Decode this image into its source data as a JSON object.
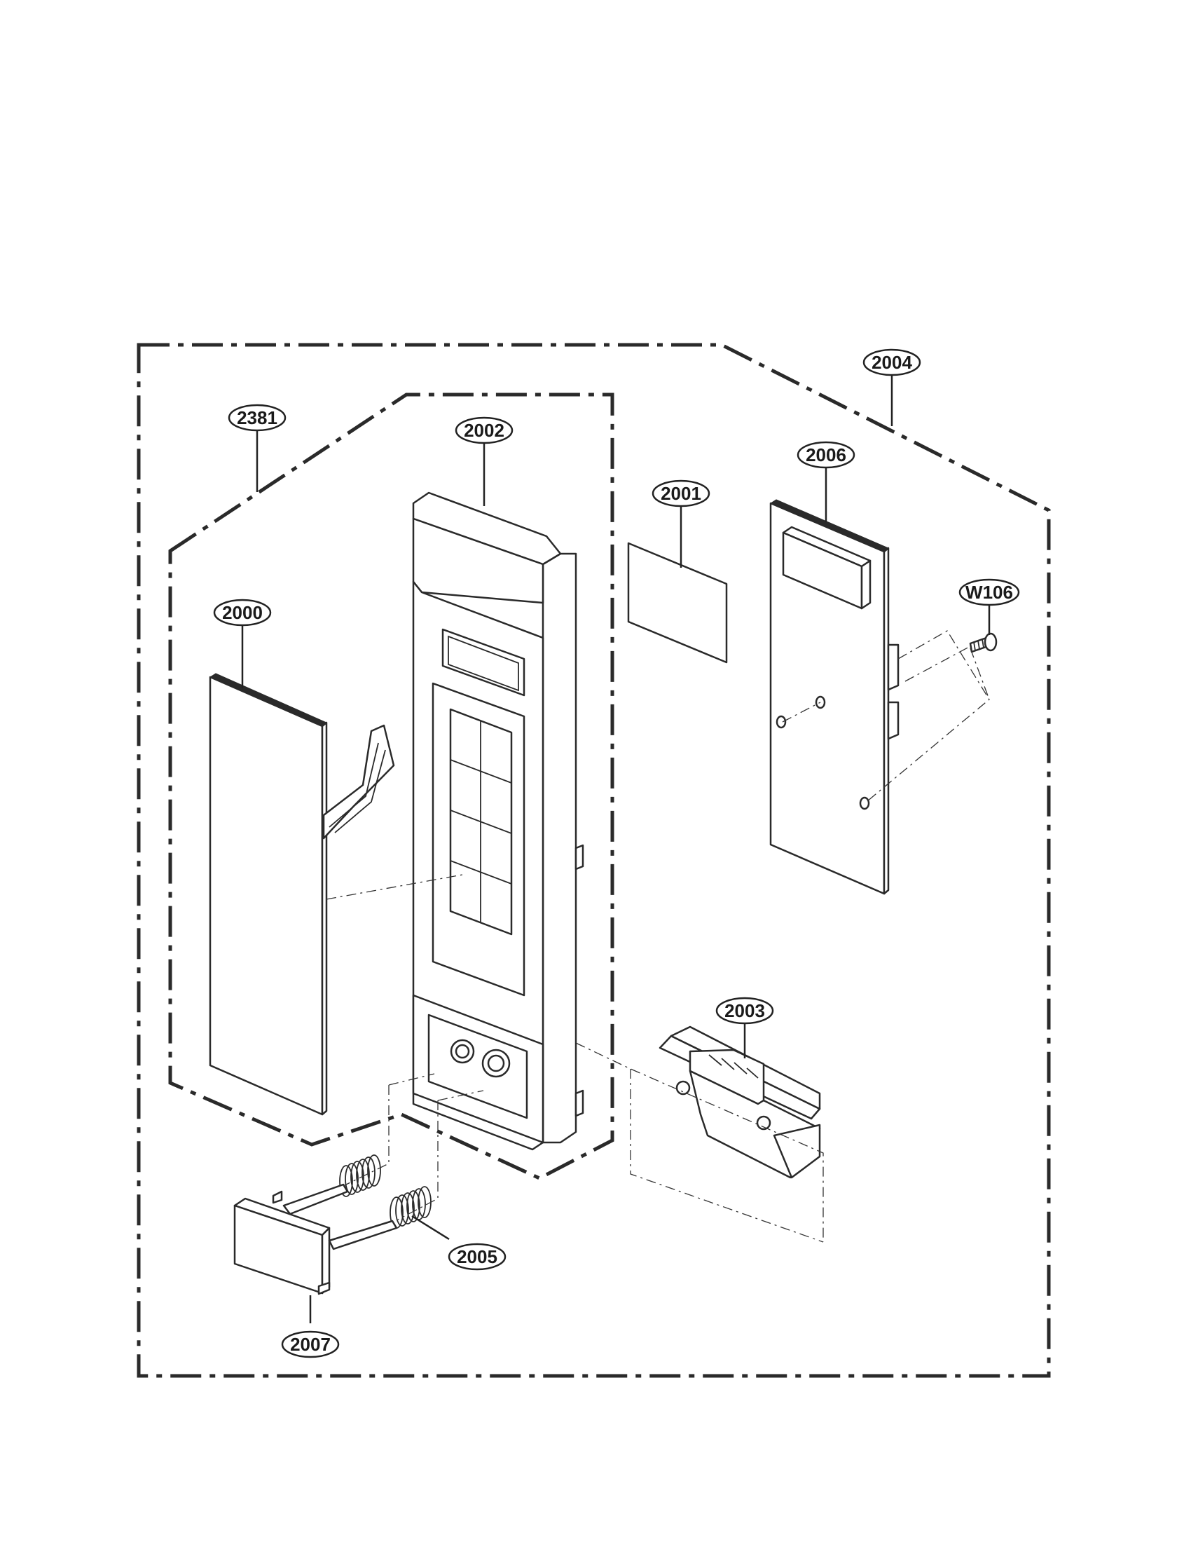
{
  "diagram": {
    "callouts": [
      {
        "id": "2004",
        "label": "2004"
      },
      {
        "id": "2381",
        "label": "2381"
      },
      {
        "id": "2002",
        "label": "2002"
      },
      {
        "id": "2006",
        "label": "2006"
      },
      {
        "id": "2001",
        "label": "2001"
      },
      {
        "id": "W106",
        "label": "W106"
      },
      {
        "id": "2000",
        "label": "2000"
      },
      {
        "id": "2003",
        "label": "2003"
      },
      {
        "id": "2005",
        "label": "2005"
      },
      {
        "id": "2007",
        "label": "2007"
      }
    ]
  }
}
